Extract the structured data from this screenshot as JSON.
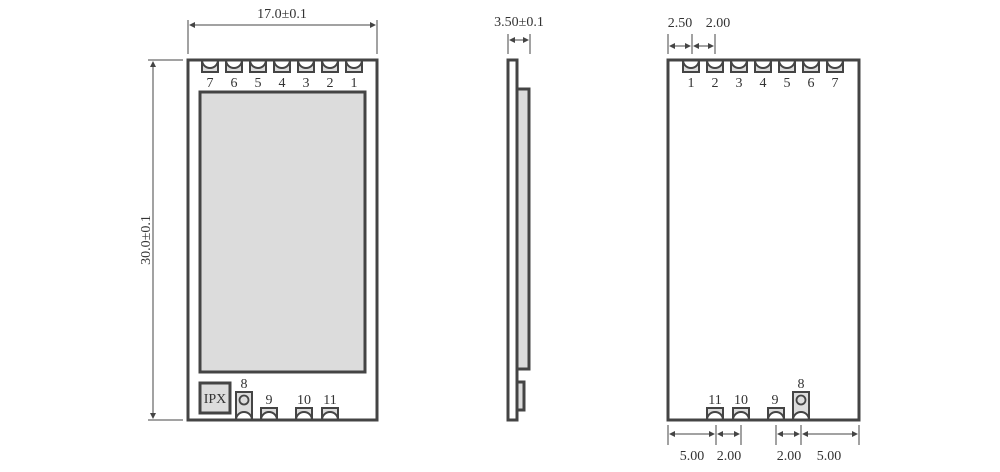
{
  "front_view": {
    "width_dim": "17.0±0.1",
    "height_dim": "30.0±0.1",
    "top_pins": [
      "7",
      "6",
      "5",
      "4",
      "3",
      "2",
      "1"
    ],
    "bottom_pins": [
      "8",
      "9",
      "10",
      "11"
    ],
    "ipx_label": "IPX"
  },
  "side_view": {
    "thickness_dim": "3.50±0.1"
  },
  "back_view": {
    "top_pins": [
      "1",
      "2",
      "3",
      "4",
      "5",
      "6",
      "7"
    ],
    "bottom_pins": [
      "11",
      "10",
      "9",
      "8"
    ],
    "top_dims": [
      "2.50",
      "2.00"
    ],
    "bottom_dims": [
      "5.00",
      "2.00",
      "2.00",
      "5.00"
    ]
  },
  "colors": {
    "outline": "#444444",
    "fill": "#dcdcdc"
  }
}
